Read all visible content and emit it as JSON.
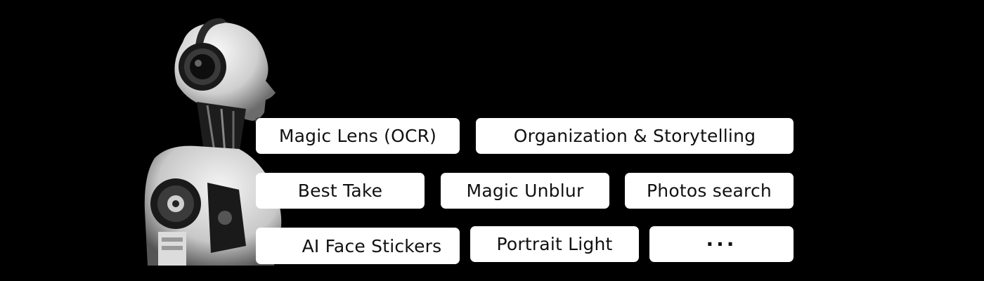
{
  "features": [
    {
      "key": "magic-lens",
      "label": "Magic Lens (OCR)"
    },
    {
      "key": "organization",
      "label": "Organization & Storytelling"
    },
    {
      "key": "best-take",
      "label": "Best Take"
    },
    {
      "key": "magic-unblur",
      "label": "Magic Unblur"
    },
    {
      "key": "photos-search",
      "label": "Photos search"
    },
    {
      "key": "ai-face-stickers",
      "label": "AI Face Stickers"
    },
    {
      "key": "portrait-light",
      "label": "Portrait Light"
    },
    {
      "key": "more",
      "label": "···"
    }
  ],
  "colors": {
    "background": "#000000",
    "pill": "#ffffff",
    "text": "#111111"
  }
}
